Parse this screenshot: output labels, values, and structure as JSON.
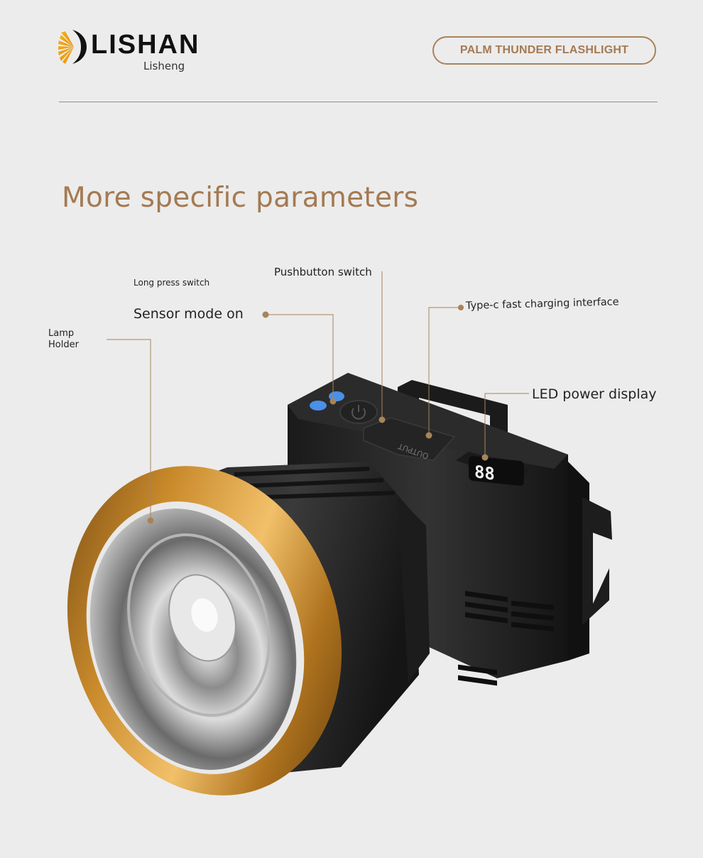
{
  "brand": {
    "name": "LISHAN",
    "subname": "Lisheng"
  },
  "badge": {
    "label": "PALM THUNDER FLASHLIGHT"
  },
  "headline": "More specific parameters",
  "callouts": {
    "long_press": "Long press switch",
    "sensor_mode": "Sensor mode on",
    "pushbutton": "Pushbutton switch",
    "typec": "Type-c fast charging interface",
    "led_display": "LED power display",
    "lamp_holder": "Lamp\nHolder"
  },
  "product": {
    "port_label": "OUTPUT",
    "display_readout": "88"
  },
  "colors": {
    "accent": "#a47a52",
    "leader_line": "#a8835a",
    "led_blue": "#4a8fe8",
    "background": "#ececec"
  },
  "icons": {
    "logo_mark": "sunburst-logo-icon",
    "power": "power-icon"
  }
}
